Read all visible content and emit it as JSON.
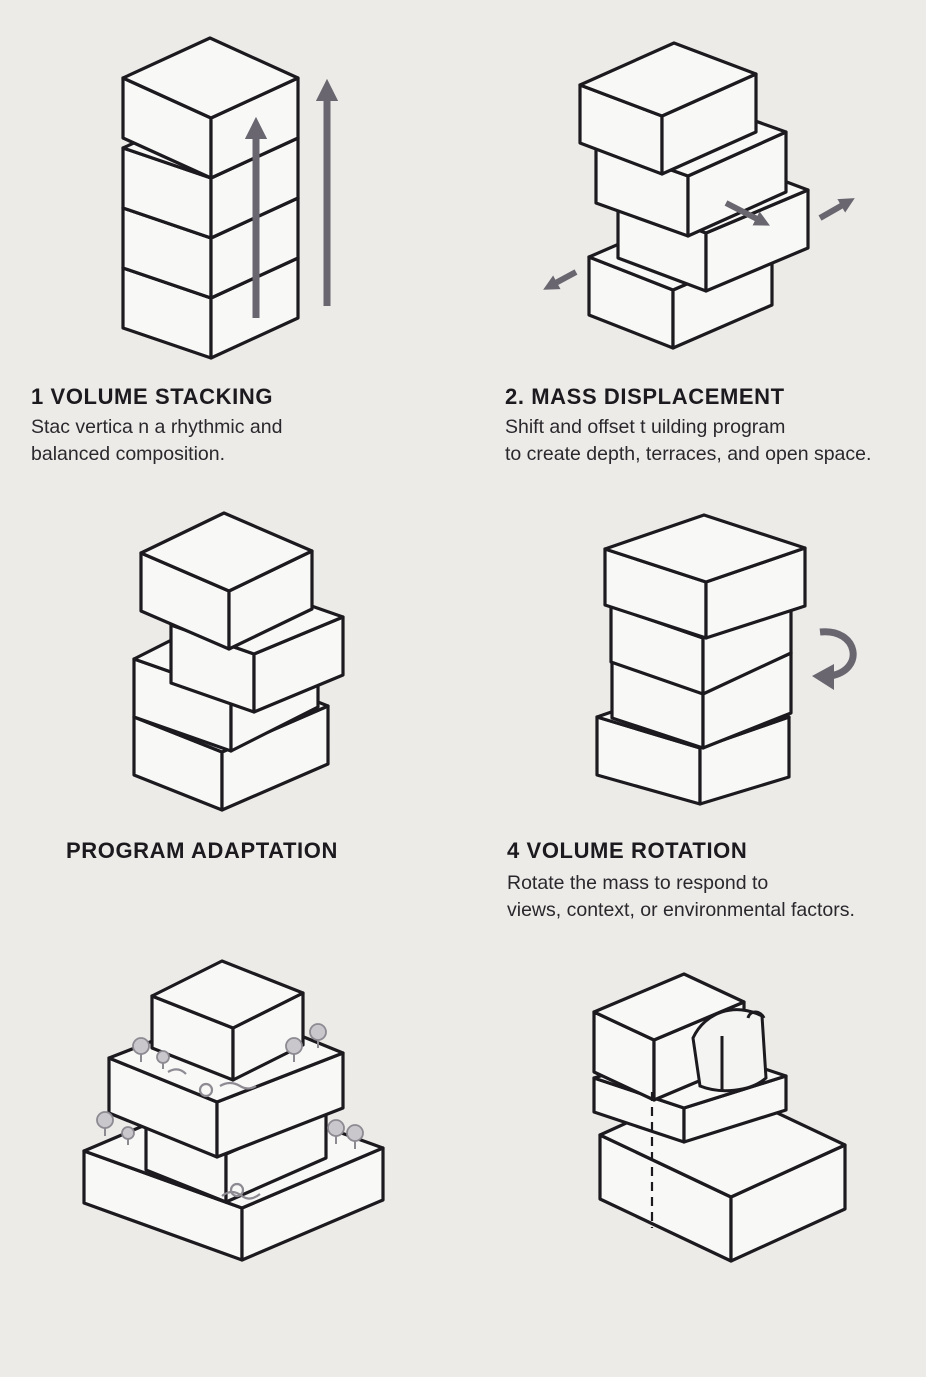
{
  "colors": {
    "background": "#edebe8",
    "block_fill": "#f8f8f7",
    "outline": "#1c1a1e",
    "arrow": "#69666f",
    "tree": "#8d8a92"
  },
  "steps": [
    {
      "title": "1  VOLUME STACKING",
      "description": [
        "Stac  vertica        n a rhythmic and",
        "balanced composition."
      ]
    },
    {
      "title": "2. MASS DISPLACEMENT",
      "description": [
        "Shift and offset t      uilding program",
        "to create depth, terraces, and open space."
      ]
    },
    {
      "title": "PROGRAM ADAPTATION",
      "description": []
    },
    {
      "title": "4  VOLUME ROTATION",
      "description": [
        "Rotate the mass to respond to",
        "views, context, or environmental factors."
      ]
    }
  ]
}
